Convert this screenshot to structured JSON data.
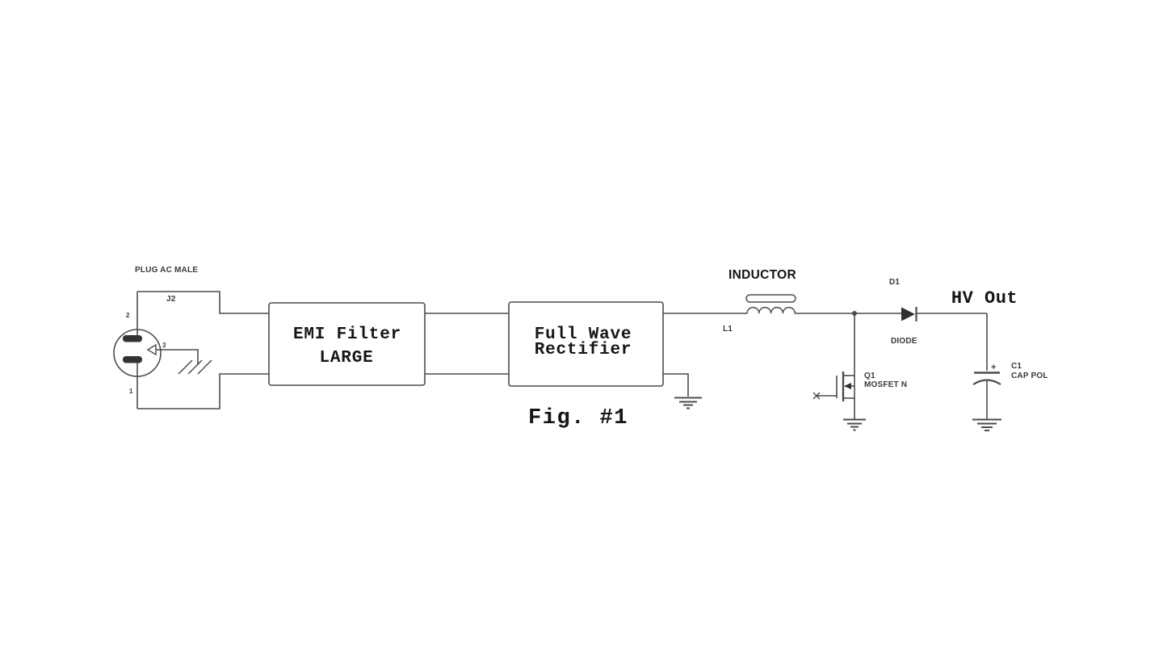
{
  "figure": {
    "caption": "Fig. #1"
  },
  "colors": {
    "wire": "#4c4c4c",
    "symbol_fill": "#333333",
    "text": "#151515",
    "label": "#3a3a3a",
    "background": "#ffffff"
  },
  "plug": {
    "title": "PLUG AC MALE",
    "ref": "J2",
    "pins": {
      "p1": "1",
      "p2": "2",
      "p3": "3"
    }
  },
  "emi_filter": {
    "line1": "EMI Filter",
    "line2": "LARGE"
  },
  "rectifier": {
    "line1": "Full Wave",
    "line2": "Rectifier"
  },
  "inductor": {
    "title": "INDUCTOR",
    "ref": "L1"
  },
  "mosfet": {
    "ref": "Q1",
    "label": "MOSFET N"
  },
  "diode": {
    "ref": "D1",
    "label": "DIODE"
  },
  "capacitor": {
    "ref": "C1",
    "label": "CAP POL",
    "polarity": "+"
  },
  "output": {
    "label": "HV Out"
  }
}
